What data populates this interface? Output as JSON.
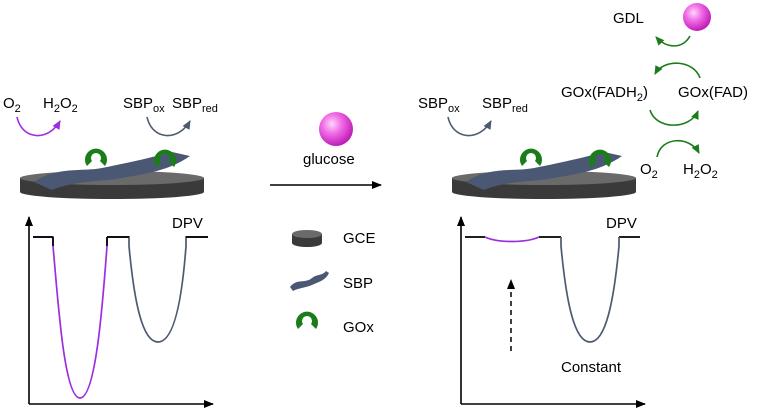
{
  "colors": {
    "purple": "#9b2fe0",
    "slate": "#4d5a71",
    "sheet": "#4a5874",
    "green": "#1a7d1a",
    "disk_top": "#6a6a6a",
    "disk_side": "#3a3a3a",
    "arrow": "#000000"
  },
  "left": {
    "o2": {
      "main": "O",
      "sub": "2"
    },
    "h2o2": {
      "p1": "H",
      "s1": "2",
      "p2": "O",
      "s2": "2"
    },
    "sbp_ox": {
      "main": "SBP",
      "sub": "ox"
    },
    "sbp_red": {
      "main": "SBP",
      "sub": "red"
    },
    "dpv": "DPV"
  },
  "middle": {
    "reactant": "glucose",
    "legend": [
      {
        "icon": "electrode-disk-icon",
        "label": "GCE"
      },
      {
        "icon": "wavy-sheet-icon",
        "label": "SBP"
      },
      {
        "icon": "enzyme-icon",
        "label": "GOx"
      }
    ]
  },
  "right": {
    "sbp_ox": {
      "main": "SBP",
      "sub": "ox"
    },
    "sbp_red": {
      "main": "SBP",
      "sub": "red"
    },
    "gdl": "GDL",
    "goxfadh2": {
      "p1": "GOx(FADH",
      "s1": "2",
      "p2": ")"
    },
    "goxfad": "GOx(FAD)",
    "o2": {
      "main": "O",
      "sub": "2"
    },
    "h2o2": {
      "p1": "H",
      "s1": "2",
      "p2": "O",
      "s2": "2"
    },
    "dpv": "DPV",
    "constant": "Constant"
  }
}
